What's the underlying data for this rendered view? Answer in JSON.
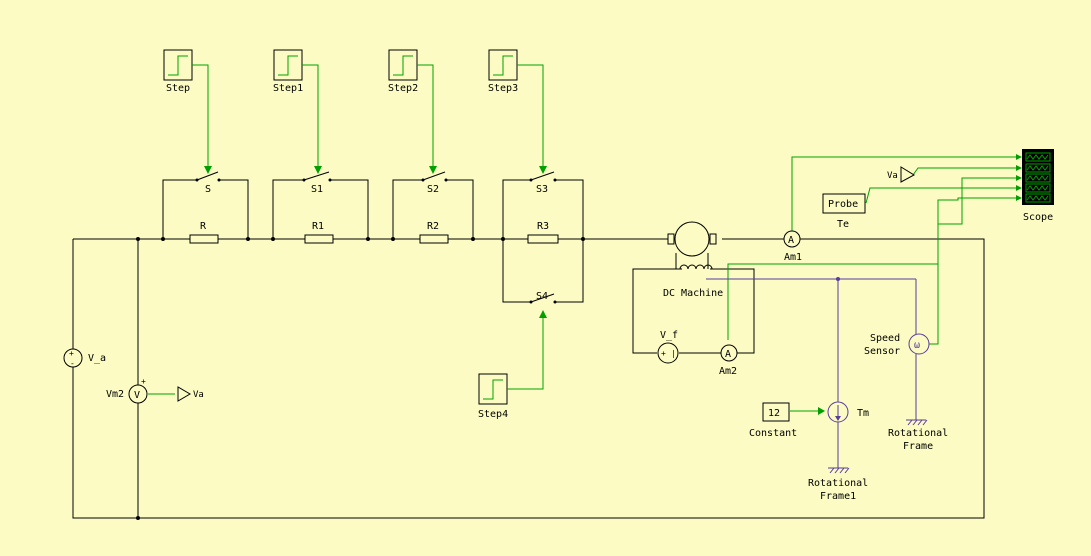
{
  "labels": {
    "step": "Step",
    "step1": "Step1",
    "step2": "Step2",
    "step3": "Step3",
    "step4": "Step4",
    "s": "S",
    "s1": "S1",
    "s2": "S2",
    "s3": "S3",
    "s4": "S4",
    "r": "R",
    "r1": "R1",
    "r2": "R2",
    "r3": "R3",
    "v_a": "V_a",
    "vm2": "Vm2",
    "va_out": "Va",
    "va_in": "Va",
    "dc_machine": "DC Machine",
    "v_f": "V_f",
    "am1": "Am1",
    "am2": "Am2",
    "probe": "Probe",
    "te": "Te",
    "scope": "Scope",
    "speed_sensor_1": "Speed",
    "speed_sensor_2": "Sensor",
    "constant_value": "12",
    "constant": "Constant",
    "tm": "Tm",
    "rot_frame_1": "Rotational",
    "rot_frame_2": "Frame",
    "rot_frame1_1": "Rotational",
    "rot_frame1_2": "Frame1",
    "v_glyph": "V",
    "a_glyph": "A",
    "omega_glyph": "ω"
  },
  "colors": {
    "background": "#fbfbc3",
    "signal": "#00a000",
    "rotational": "#5a3c9c",
    "wire": "#000000",
    "scope_screen": "#000000"
  }
}
